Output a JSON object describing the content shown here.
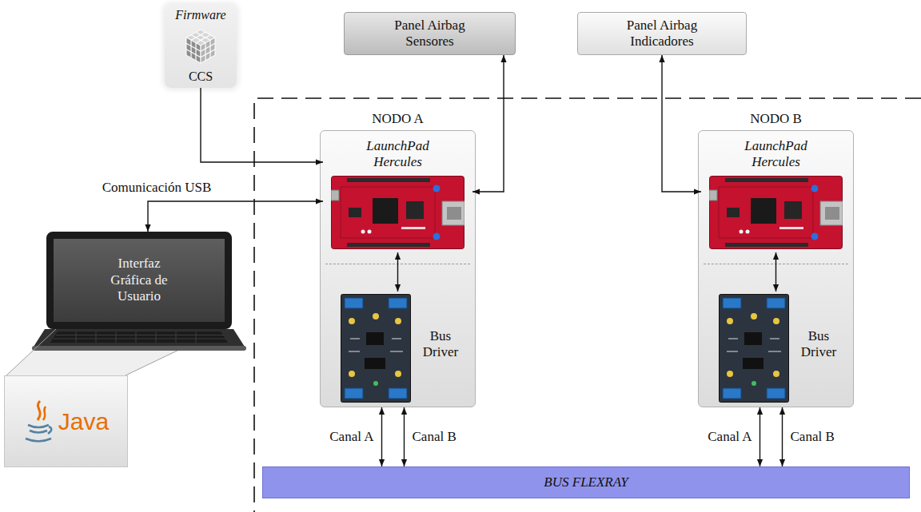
{
  "diagram": {
    "nodes": [
      {
        "text": [
          "Firmware",
          "CCS"
        ]
      },
      {
        "text": [
          "Panel Airbag Sensores"
        ]
      },
      {
        "text": [
          "Panel Airbag Indicadores"
        ]
      },
      {
        "text": [
          "NODO A"
        ]
      },
      {
        "text": [
          "LaunchPad Hercules"
        ],
        "in": 3
      },
      {
        "text": [
          "Bus Driver"
        ],
        "in": 3
      },
      {
        "text": [
          "NODO B"
        ]
      },
      {
        "text": [
          "LaunchPad Hercules"
        ],
        "in": 6
      },
      {
        "text": [
          "Bus Driver"
        ],
        "in": 6
      },
      {
        "text": [
          "Interfaz Gráfica de Usuario"
        ]
      },
      {
        "text": [
          "Java"
        ]
      },
      {
        "text": [
          "BUS FLEXRAY"
        ]
      }
    ],
    "edges": [
      {
        "from": 0,
        "to": 4,
        "arrow": "to"
      },
      {
        "from": 9,
        "to": 4,
        "label": "Comunicación USB",
        "arrow": "both"
      },
      {
        "from": 1,
        "to": 4,
        "arrow": "both"
      },
      {
        "from": 2,
        "to": 7,
        "arrow": "both"
      },
      {
        "from": 4,
        "to": 5,
        "arrow": "both"
      },
      {
        "from": 7,
        "to": 8,
        "arrow": "both"
      },
      {
        "from": 3,
        "to": 11,
        "label": "Canal A",
        "arrow": "both"
      },
      {
        "from": 3,
        "to": 11,
        "label": "Canal B",
        "arrow": "both"
      },
      {
        "from": 6,
        "to": 11,
        "label": "Canal A",
        "arrow": "both"
      },
      {
        "from": 6,
        "to": 11,
        "label": "Canal B",
        "arrow": "both"
      },
      {
        "from": 9,
        "to": 10,
        "arrow": "none"
      }
    ]
  }
}
